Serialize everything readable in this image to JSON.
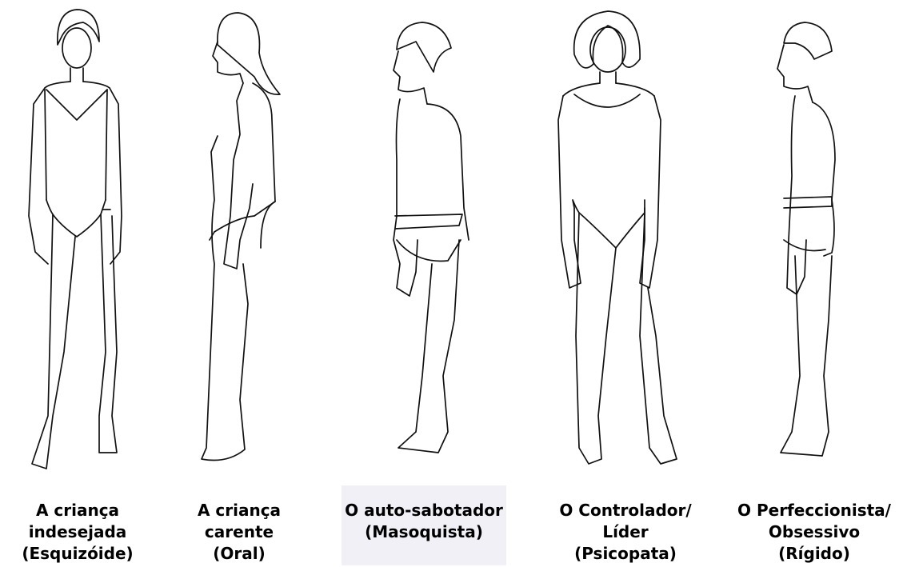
{
  "figures": [
    {
      "id": "esquizoide",
      "icon": "frontal-female-figure",
      "caption": [
        "A criança",
        "indesejada",
        "(Esquizóide)"
      ]
    },
    {
      "id": "oral",
      "icon": "profile-female-figure",
      "caption": [
        "A criança",
        "carente",
        "(Oral)"
      ]
    },
    {
      "id": "masoquista",
      "icon": "profile-male-figure",
      "caption": [
        "O auto-sabotador",
        "(Masoquista)"
      ]
    },
    {
      "id": "psicopata",
      "icon": "frontal-female-figure",
      "caption": [
        "O Controlador/",
        "Líder",
        "(Psicopata)"
      ]
    },
    {
      "id": "rigido",
      "icon": "profile-male-figure",
      "caption": [
        "O Perfeccionista/",
        "Obsessivo",
        "(Rígido)"
      ]
    }
  ],
  "colors": {
    "ink": "#111111",
    "highlight": "#f2f0f7",
    "background": "#ffffff"
  }
}
